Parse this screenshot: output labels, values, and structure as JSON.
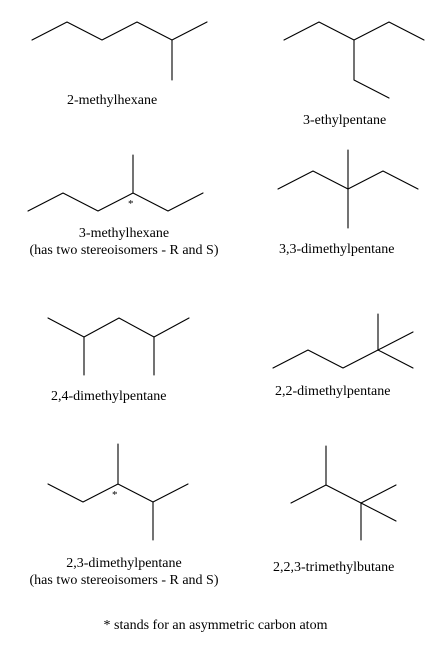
{
  "molecules": {
    "methylhexane_2": {
      "name": "2-methylhexane"
    },
    "ethylpentane_3": {
      "name": "3-ethylpentane"
    },
    "methylhexane_3": {
      "name": "3-methylhexane",
      "note": "(has two stereoisomers - R and S)",
      "marker": "*"
    },
    "dimethylpentane_33": {
      "name": "3,3-dimethylpentane"
    },
    "dimethylpentane_24": {
      "name": "2,4-dimethylpentane"
    },
    "dimethylpentane_22": {
      "name": "2,2-dimethylpentane"
    },
    "dimethylpentane_23": {
      "name": "2,3-dimethylpentane",
      "note": "(has two stereoisomers - R and S)",
      "marker": "*"
    },
    "trimethylbutane_223": {
      "name": "2,2,3-trimethylbutane"
    }
  },
  "footnote": "* stands for an asymmetric carbon atom"
}
